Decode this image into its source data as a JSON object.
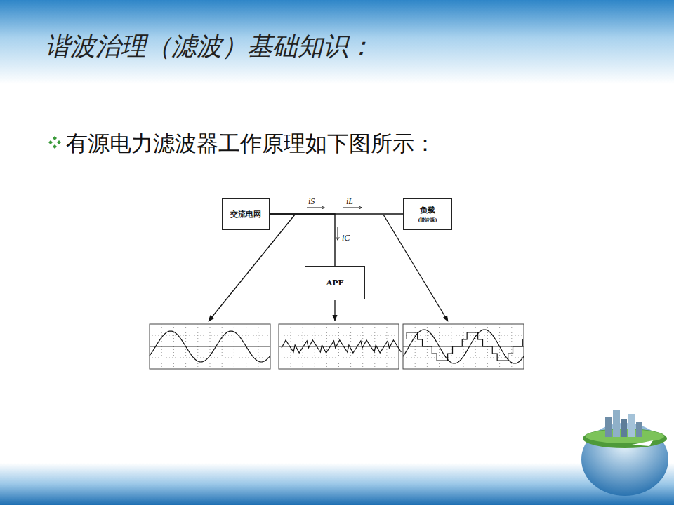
{
  "diagram": {
    "title": "谐波治理（滤波）基础知识：",
    "nodes": [
      {
        "text": [
          "交流电网"
        ]
      },
      {
        "text": [
          "负载",
          "(谐波源)"
        ]
      },
      {
        "text": [
          "APF"
        ]
      }
    ],
    "edges": [
      {
        "from": 0,
        "to": 1,
        "arrow": "none"
      },
      {
        "from": 0,
        "to": 2,
        "arrow": "none"
      }
    ],
    "labels": [
      "有源电力滤波器工作原理如下图所示：",
      "iS",
      "iL",
      "iC"
    ]
  }
}
